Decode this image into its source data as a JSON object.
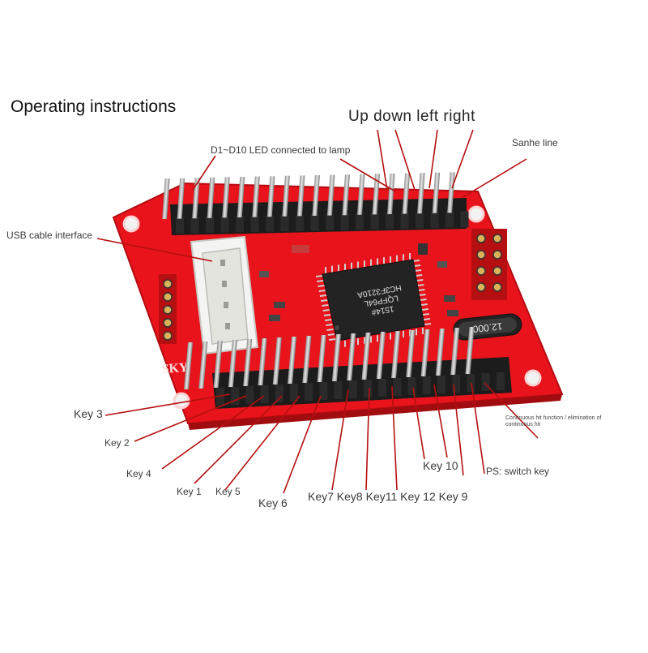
{
  "title": "Operating instructions",
  "labels": {
    "directions": "Up  down  left right",
    "led": "D1~D10 LED connected to lamp",
    "sanhe": "Sanhe line",
    "usb": "USB cable interface",
    "key3": "Key 3",
    "key2": "Key 2",
    "key4": "Key 4",
    "key1": "Key 1",
    "key5": "Key 5",
    "key6": "Key 6",
    "keys_row": "Key7 Key8 Key11 Key 12 Key 9",
    "key10": "Key 10",
    "ps": "PS: switch key",
    "continuous": "Continuous hit function / elimination of continuous hit"
  },
  "board": {
    "chip_text": [
      "HC3F3210A",
      "LQFP64L",
      "1514#"
    ],
    "crystal_text": "12.000",
    "brand": "SKY",
    "colors": {
      "pcb": "#e8131b",
      "header": "#1c1c1c",
      "pins": "#c9c9c9",
      "chip": "#222222",
      "line": "#b51010"
    }
  }
}
